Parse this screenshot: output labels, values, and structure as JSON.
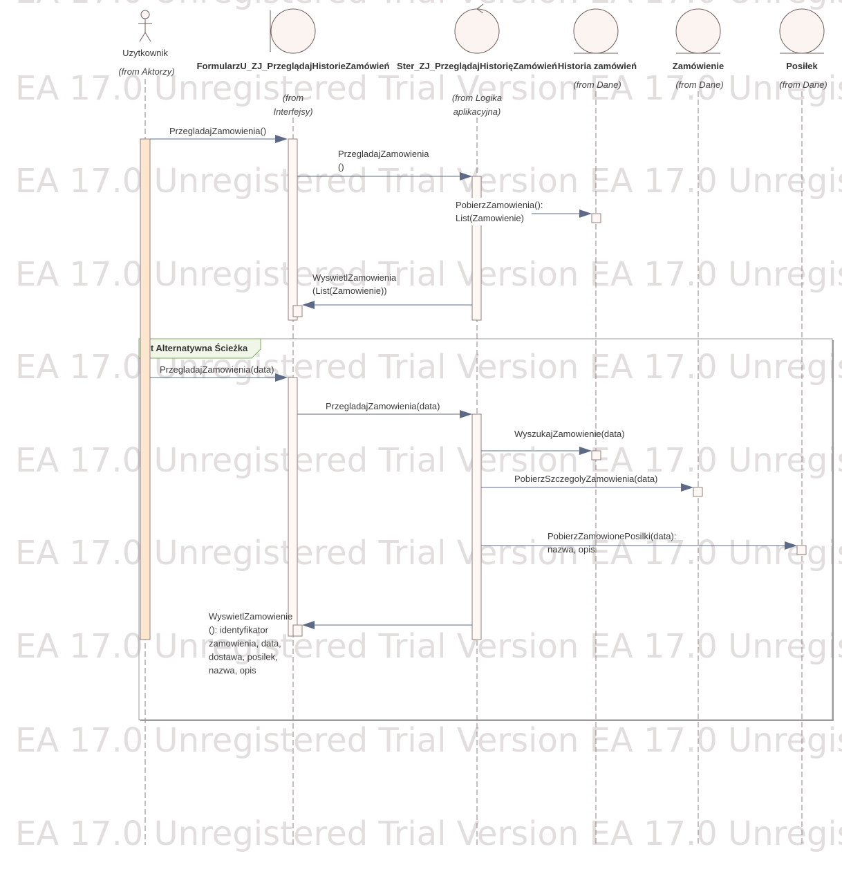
{
  "watermark": "EA 17.0 Unregistered Trial Version",
  "colors": {
    "lifeline": "#8f7f80",
    "arrow": "#5c6a85",
    "activation_fill": "#fff7f3",
    "actor_activation_fill": "#fde6ce",
    "shape_fill": "#fcf4f0",
    "shape_stroke": "#6e5b5b",
    "fragment_stroke": "#9a9a9a",
    "fragment_label_fill": "#f0f7e8"
  },
  "participants": [
    {
      "id": "actor",
      "kind": "actor",
      "icon": "actor-icon",
      "name": "Uzytkownik",
      "from_lines": [
        "(from Aktorzy)"
      ]
    },
    {
      "id": "form",
      "kind": "boundary",
      "icon": "boundary-icon",
      "name": "FormularzU_ZJ_PrzeglądajHistorieZamówień",
      "from_lines": [
        "(from",
        "Interfejsy)"
      ]
    },
    {
      "id": "ctrl",
      "kind": "control",
      "icon": "control-icon",
      "name": "Ster_ZJ_PrzeglądajHistorięZamówień",
      "from_lines": [
        "(from Logika",
        "aplikacyjna)"
      ]
    },
    {
      "id": "hist",
      "kind": "entity",
      "icon": "entity-icon",
      "name": "Historia zamówień",
      "from_lines": [
        "(from Dane)"
      ]
    },
    {
      "id": "zam",
      "kind": "entity",
      "icon": "entity-icon",
      "name": "Zamówienie",
      "from_lines": [
        "(from Dane)"
      ]
    },
    {
      "id": "pos",
      "kind": "entity",
      "icon": "entity-icon",
      "name": "Posiłek",
      "from_lines": [
        "(from Dane)"
      ]
    }
  ],
  "messages": [
    {
      "from": "actor",
      "to": "form",
      "lines": [
        "PrzegladajZamowienia()"
      ]
    },
    {
      "from": "form",
      "to": "ctrl",
      "lines": [
        "PrzegladajZamowienia",
        "()"
      ]
    },
    {
      "from": "ctrl",
      "to": "hist",
      "lines": [
        "PobierzZamowienia():",
        "List(Zamowienie)"
      ]
    },
    {
      "from": "ctrl",
      "to": "form",
      "lines": [
        "WyswietlZamowienia",
        "(List(Zamowienie))"
      ]
    },
    {
      "from": "actor",
      "to": "form",
      "lines": [
        "PrzegladajZamowienia(data)"
      ]
    },
    {
      "from": "form",
      "to": "ctrl",
      "lines": [
        "PrzegladajZamowienia(data)"
      ]
    },
    {
      "from": "ctrl",
      "to": "hist",
      "lines": [
        "WyszukajZamowienie(data)"
      ]
    },
    {
      "from": "ctrl",
      "to": "zam",
      "lines": [
        "PobierzSzczegolyZamowienia(data)"
      ]
    },
    {
      "from": "ctrl",
      "to": "pos",
      "lines": [
        "PobierzZamowionePosilki(data):",
        "nazwa, opis"
      ]
    },
    {
      "from": "ctrl",
      "to": "form",
      "lines": [
        "WyswietlZamowienie",
        "(): identyfikator",
        "zamowienia, data,",
        "dostawa, posilek,",
        "nazwa, opis"
      ]
    }
  ],
  "fragment": {
    "operator": "alt",
    "guard": "Alternatywna Ścieżka"
  }
}
